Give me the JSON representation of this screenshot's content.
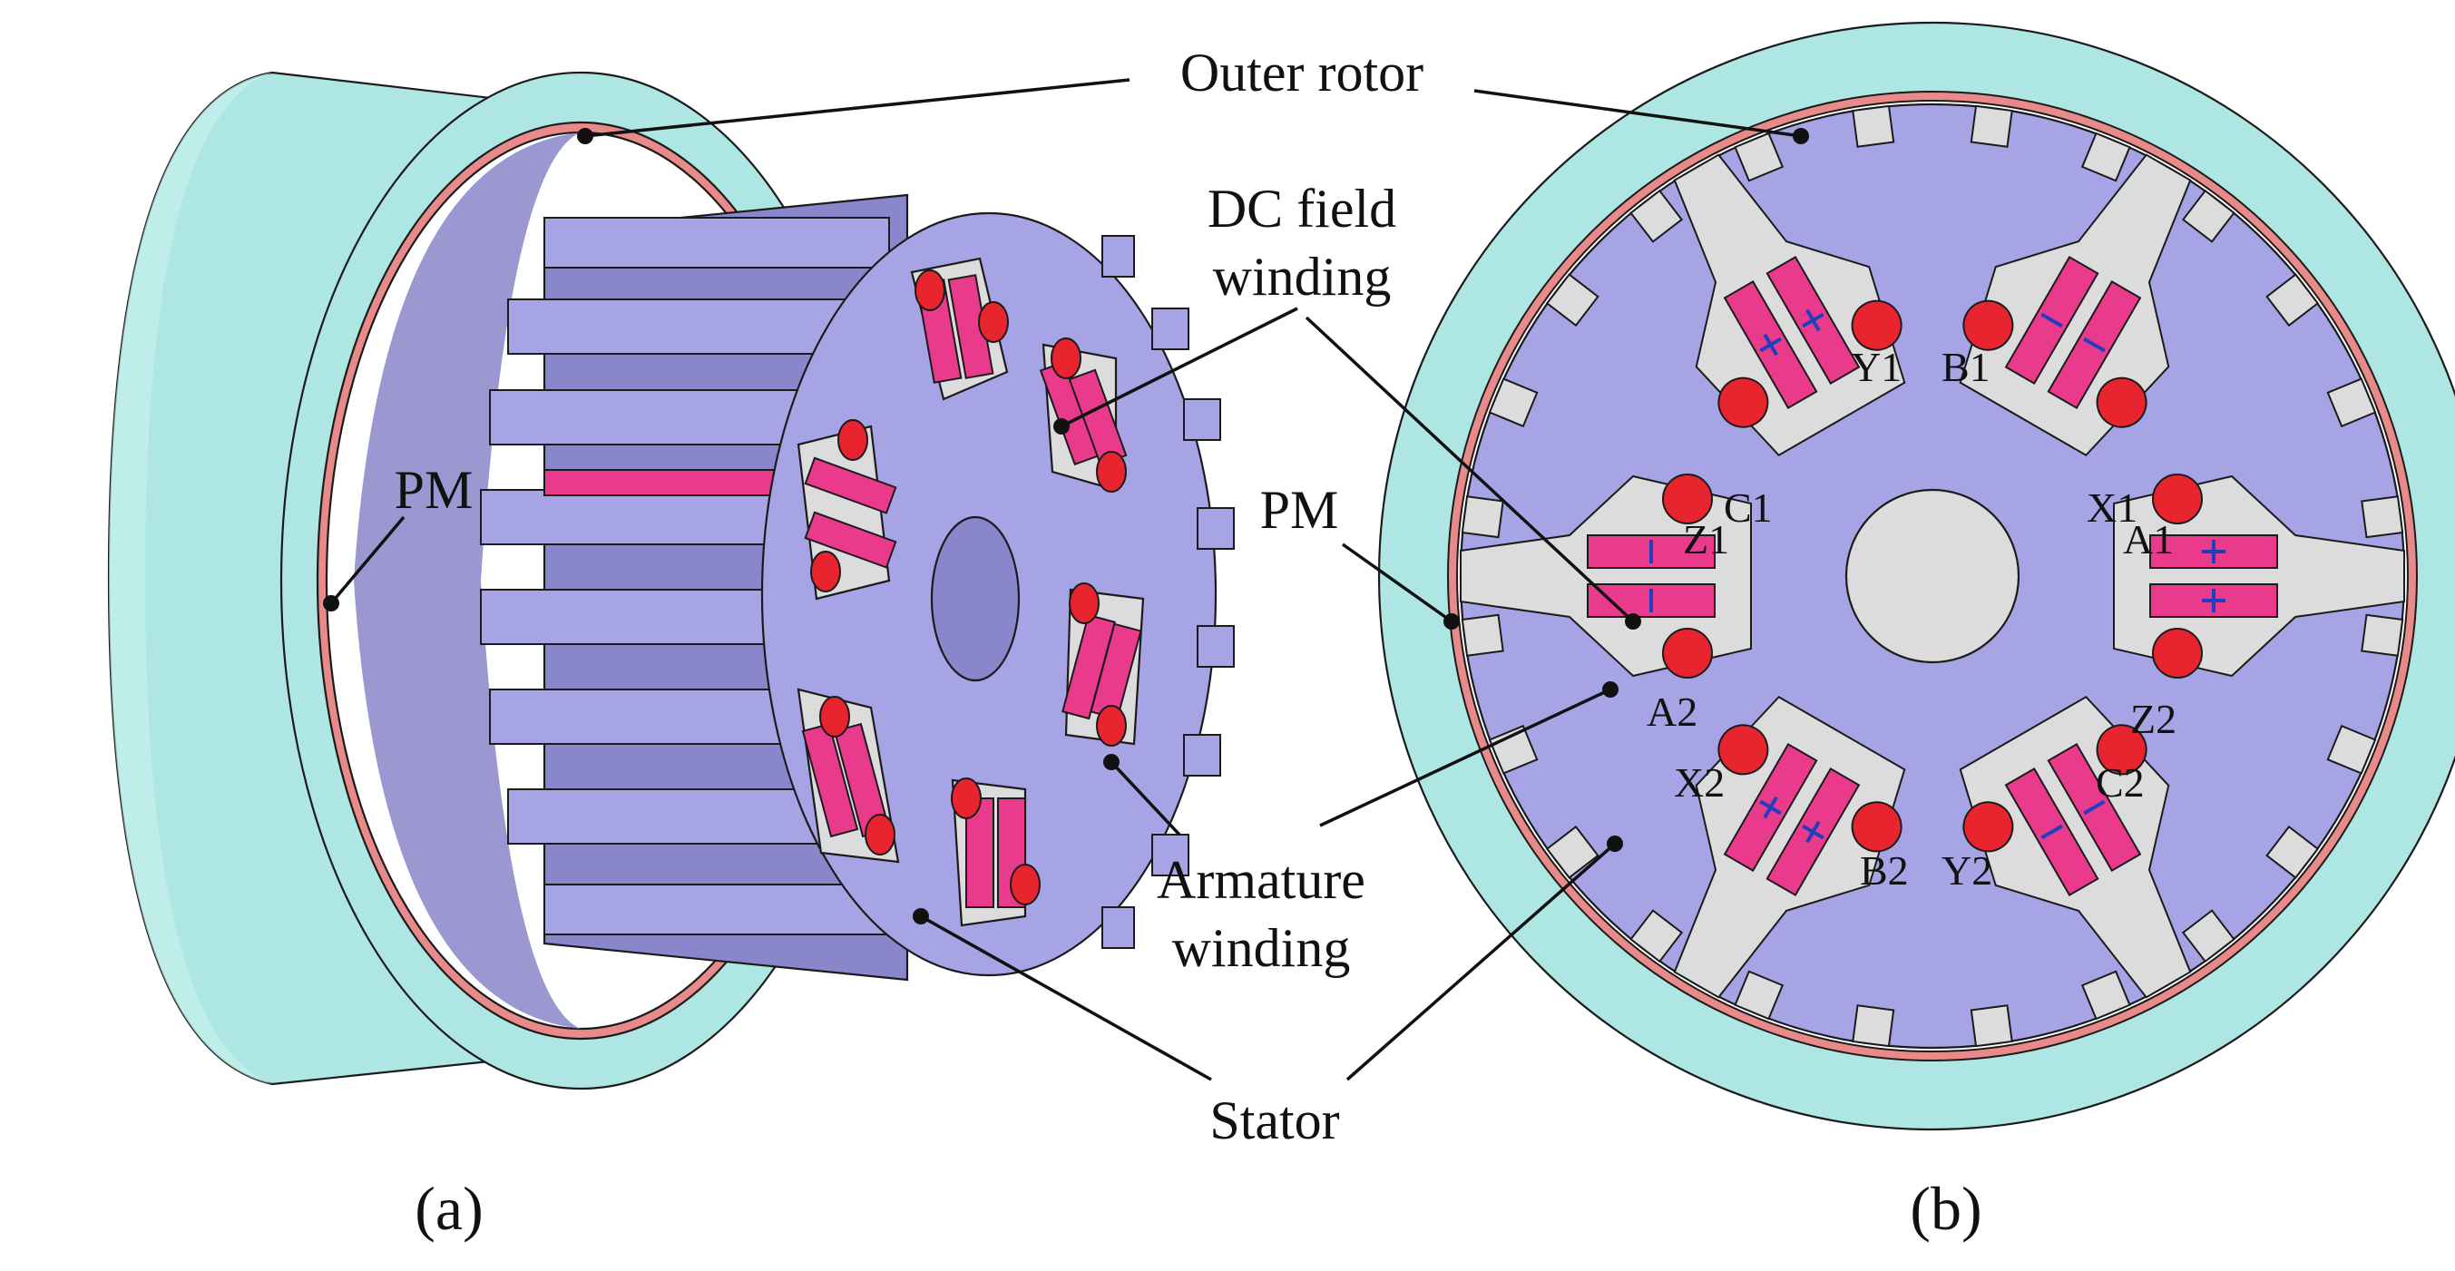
{
  "labels": {
    "outer_rotor": "Outer rotor",
    "dc_field_winding_line1": "DC field",
    "dc_field_winding_line2": "winding",
    "pm_left": "PM",
    "pm_right": "PM",
    "armature_winding_line1": "Armature",
    "armature_winding_line2": "winding",
    "stator": "Stator",
    "panel_a": "(a)",
    "panel_b": "(b)"
  },
  "coil_labels": {
    "A1": "A1",
    "A2": "A2",
    "B1": "B1",
    "B2": "B2",
    "C1": "C1",
    "C2": "C2",
    "X1": "X1",
    "X2": "X2",
    "Y1": "Y1",
    "Y2": "Y2",
    "Z1": "Z1",
    "Z2": "Z2"
  },
  "colors": {
    "rotor": "#aee6e3",
    "rotor_dark": "#8fcfcc",
    "stator": "#a7a4e6",
    "stator_dark": "#8986cc",
    "slot": "#dcdcdc",
    "pm": "#e88a8a",
    "dc_coil": "#ea3a8c",
    "armature": "#e8242f",
    "mark": "#1f3fbf"
  }
}
